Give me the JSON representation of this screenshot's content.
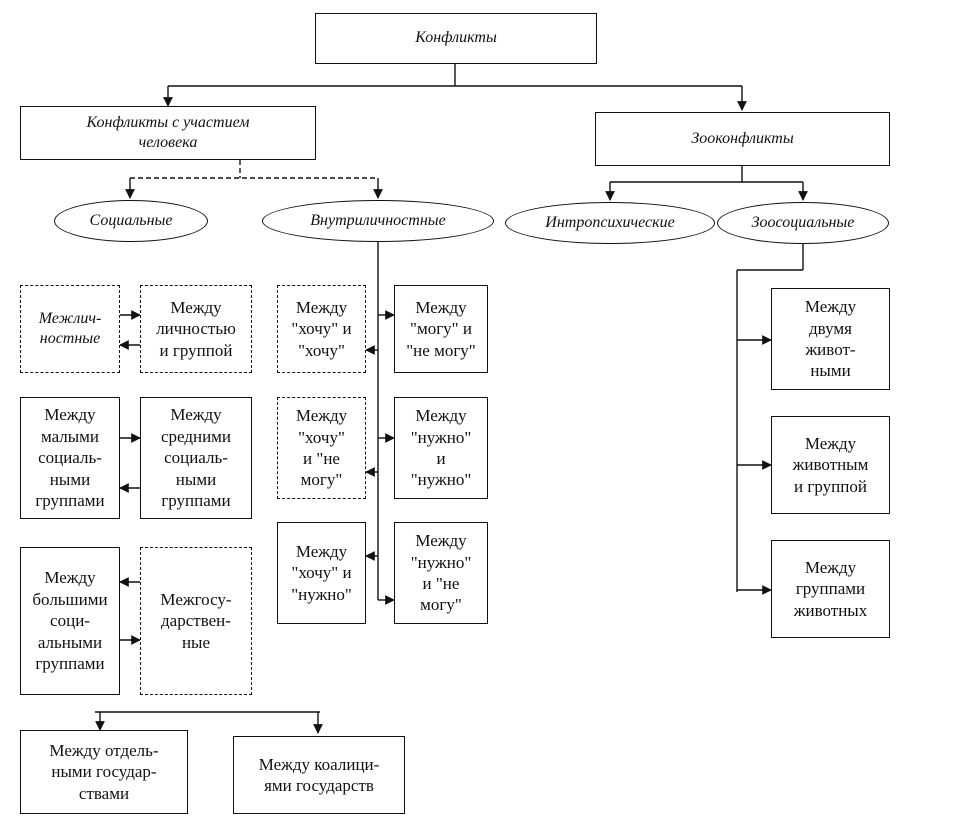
{
  "root": {
    "label": "Конфликты"
  },
  "human": {
    "label": "Конфликты с участием\nчеловека",
    "social": {
      "label": "Социальные",
      "left": [
        "Межлич-\nностные",
        "Между\nмалыми\nсоциаль-\nными\nгруппами",
        "Между\nбольшими\nсоци-\nальными\nгруппами"
      ],
      "right": [
        "Между\nличностью\nи группой",
        "Между\nсредними\nсоциаль-\nными\nгруппами",
        "Межгосу-\nдарствен-\nные"
      ],
      "interstate": [
        "Между отдель-\nными государ-\nствами",
        "Между коалици-\nями государств"
      ]
    },
    "intrapersonal": {
      "label": "Внутриличностные",
      "left": [
        "Между\n\"хочу\" и\n\"хочу\"",
        "Между\n\"хочу\"\nи \"не\nмогу\"",
        "Между\n\"хочу\" и\n\"нужно\""
      ],
      "right": [
        "Между\n\"могу\" и\n\"не могу\"",
        "Между\n\"нужно\"\nи\n\"нужно\"",
        "Между\n\"нужно\"\nи \"не\nмогу\""
      ]
    }
  },
  "zoo": {
    "label": "Зооконфликты",
    "intropsychic": {
      "label": "Интропсихические"
    },
    "zoosocial": {
      "label": "Зоосоциальные",
      "items": [
        "Между\nдвумя\nживот-\nными",
        "Между\nживотным\nи группой",
        "Между\nгруппами\nживотных"
      ]
    }
  }
}
